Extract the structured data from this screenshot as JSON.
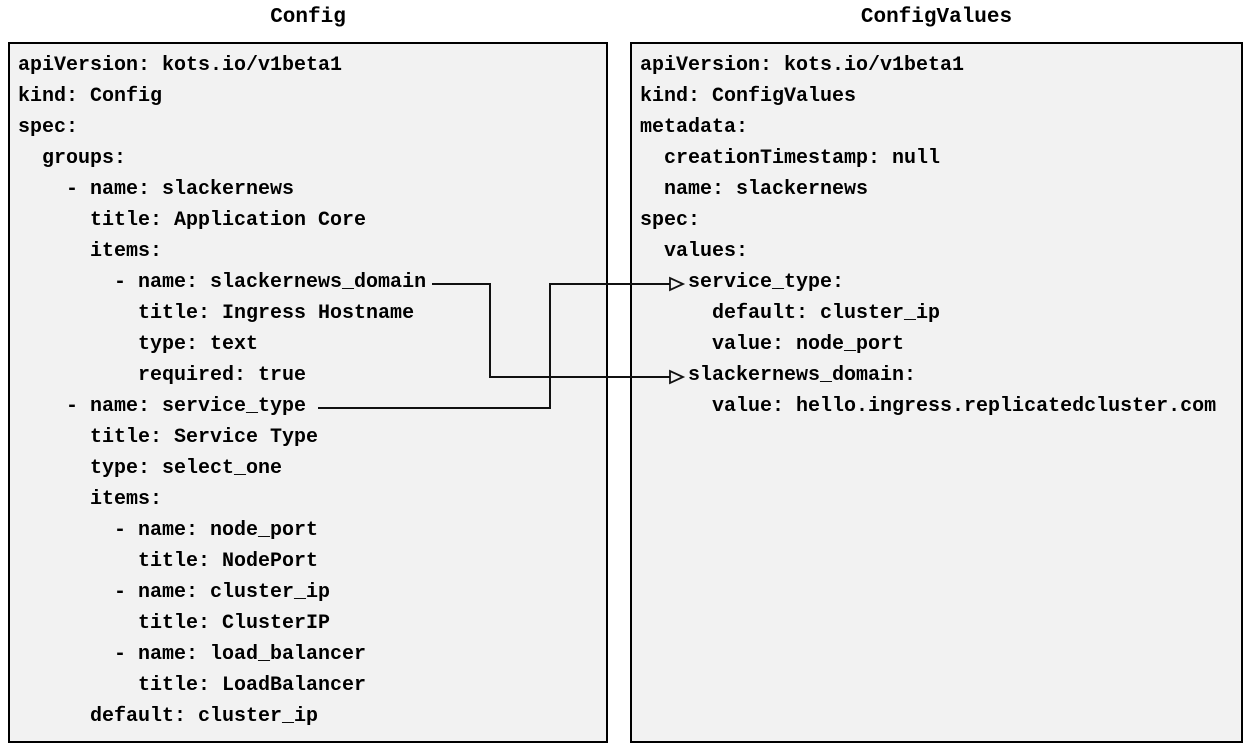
{
  "panels": {
    "config": {
      "title": "Config",
      "code": "apiVersion: kots.io/v1beta1\nkind: Config\nspec:\n  groups:\n    - name: slackernews\n      title: Application Core\n      items:\n        - name: slackernews_domain\n          title: Ingress Hostname\n          type: text\n          required: true\n    - name: service_type\n      title: Service Type\n      type: select_one\n      items:\n        - name: node_port\n          title: NodePort\n        - name: cluster_ip\n          title: ClusterIP\n        - name: load_balancer\n          title: LoadBalancer\n      default: cluster_ip"
    },
    "configvalues": {
      "title": "ConfigValues",
      "code": "apiVersion: kots.io/v1beta1\nkind: ConfigValues\nmetadata:\n  creationTimestamp: null\n  name: slackernews\nspec:\n  values:\n    service_type:\n      default: cluster_ip\n      value: node_port\n    slackernews_domain:\n      value: hello.ingress.replicatedcluster.com"
    }
  },
  "connections": [
    {
      "from": "Config item: - name: slackernews_domain",
      "to": "ConfigValues key: slackernews_domain:"
    },
    {
      "from": "Config item: - name: service_type",
      "to": "ConfigValues key: service_type:"
    }
  ],
  "colors": {
    "background": "#ffffff",
    "box_fill": "#f2f2f2",
    "box_border": "#000000",
    "connector": "#111111",
    "text": "#000000"
  }
}
